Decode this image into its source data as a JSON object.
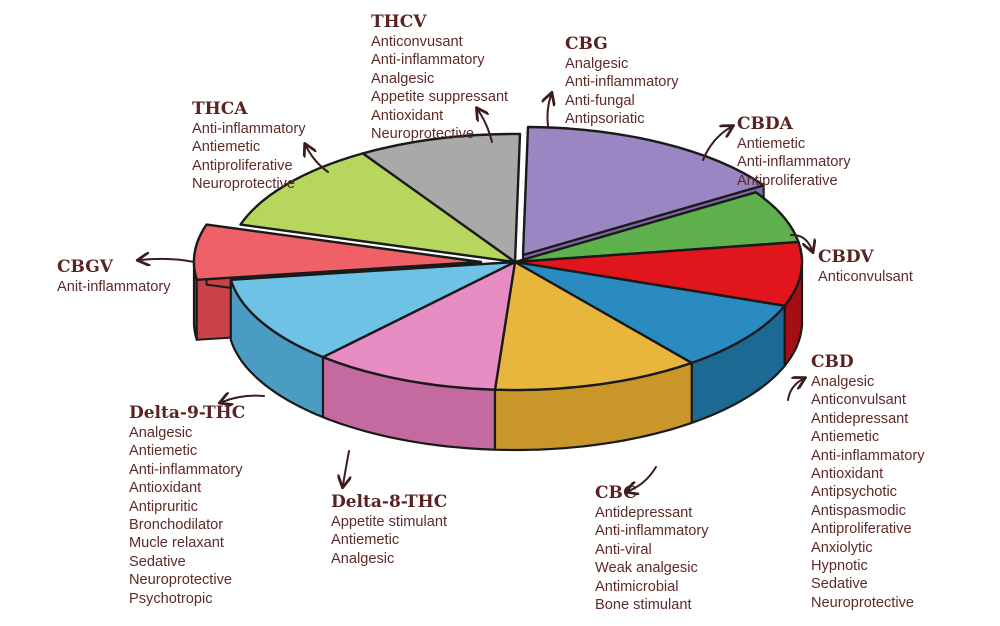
{
  "colors": {
    "outline": "#1a1a1a",
    "label_text": "#5e2a2a",
    "arrow": "#3a1d1d"
  },
  "segments": [
    {
      "key": "cbg",
      "name": "CBG",
      "color": "#9b86c4",
      "side": "#7e69a6"
    },
    {
      "key": "cbda",
      "name": "CBDA",
      "color": "#5db04c",
      "side": "#3f8a33"
    },
    {
      "key": "cbdv",
      "name": "CBDV",
      "color": "#e1161c",
      "side": "#a30f14"
    },
    {
      "key": "cbd",
      "name": "CBD",
      "color": "#2a8bc1",
      "side": "#1c6a94"
    },
    {
      "key": "cbc",
      "name": "CBC",
      "color": "#e9b63d",
      "side": "#c9962a"
    },
    {
      "key": "d8",
      "name": "Delta-8-THC",
      "color": "#e88dc3",
      "side": "#c46aa0"
    },
    {
      "key": "d9",
      "name": "Delta-9-THC",
      "color": "#6ec2e6",
      "side": "#4a9cc2"
    },
    {
      "key": "cbgv",
      "name": "CBGV",
      "color": "#ef6167",
      "side": "#c94247"
    },
    {
      "key": "thca",
      "name": "THCA",
      "color": "#b6d65e",
      "side": "#93b543"
    },
    {
      "key": "thcv",
      "name": "THCV",
      "color": "#a9a9a9",
      "side": "#878787"
    }
  ],
  "labels": {
    "thcv": {
      "title": "THCV",
      "items": [
        "Anticonvusant",
        "Anti-inflammatory",
        "Analgesic",
        "Appetite suppressant",
        "Antioxidant",
        "Neuroprotective"
      ]
    },
    "cbg": {
      "title": "CBG",
      "items": [
        "Analgesic",
        "Anti-inflammatory",
        "Anti-fungal",
        "Antipsoriatic"
      ]
    },
    "thca": {
      "title": "THCA",
      "items": [
        "Anti-inflammatory",
        "Antiemetic",
        "Antiproliferative",
        "Neuroprotective"
      ]
    },
    "cbda": {
      "title": "CBDA",
      "items": [
        "Antiemetic",
        "Anti-inflammatory",
        "Antiproliferative"
      ]
    },
    "cbgv": {
      "title": "CBGV",
      "items": [
        "Anit-inflammatory"
      ]
    },
    "cbdv": {
      "title": "CBDV",
      "items": [
        "Anticonvulsant"
      ]
    },
    "cbd": {
      "title": "CBD",
      "items": [
        "Analgesic",
        "Anticonvulsant",
        "Antidepressant",
        "Antiemetic",
        "Anti-inflammatory",
        "Antioxidant",
        "Antipsychotic",
        "Antispasmodic",
        "Antiproliferative",
        "Anxiolytic",
        "Hypnotic",
        "Sedative",
        "Neuroprotective"
      ]
    },
    "d9": {
      "title": "Delta-9-THC",
      "items": [
        "Analgesic",
        "Antiemetic",
        "Anti-inflammatory",
        "Antioxidant",
        "Antipruritic",
        "Bronchodilator",
        "Mucle relaxant",
        "Sedative",
        "Neuroprotective",
        "Psychotropic"
      ]
    },
    "d8": {
      "title": "Delta-8-THC",
      "items": [
        "Appetite stimulant",
        "Antiemetic",
        "Analgesic"
      ]
    },
    "cbc": {
      "title": "CBC",
      "items": [
        "Antidepressant",
        "Anti-inflammatory",
        "Anti-viral",
        "Weak analgesic",
        "Antimicrobial",
        "Bone stimulant"
      ]
    }
  }
}
